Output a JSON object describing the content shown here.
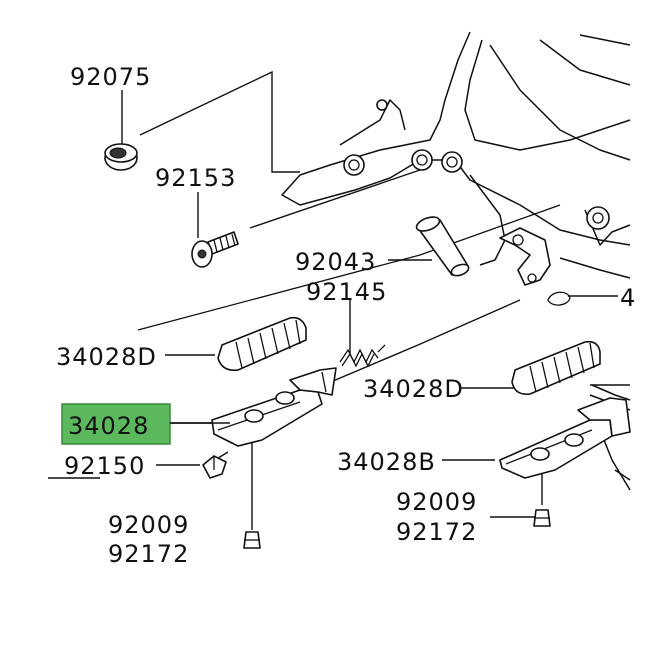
{
  "labels": {
    "p92075": "92075",
    "p92153": "92153",
    "p92043": "92043",
    "p92145": "92145",
    "p34028D_left": "34028D",
    "p34028": "34028",
    "p92150": "92150",
    "p92009_left": "92009",
    "p92172_left": "92172",
    "p34028D_right": "34028D",
    "p34028B": "34028B",
    "p92009_right": "92009",
    "p92172_right": "92172",
    "cut_right_1": "4"
  },
  "highlight": {
    "part": "34028",
    "fill_color": "#5cb85c",
    "border_color": "#3c8a3c"
  }
}
